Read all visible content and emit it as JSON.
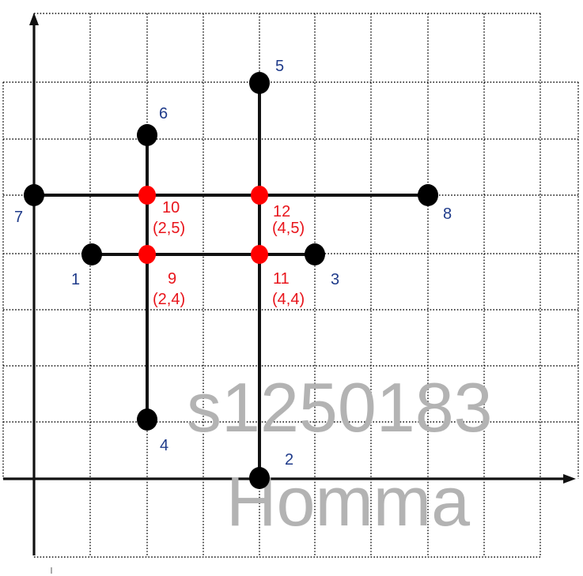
{
  "colors": {
    "line": "#111111",
    "endpoint": "#000000",
    "intersection": "#ff0000",
    "endpoint_label": "#1f3b8a",
    "intersection_label": "#e8141b",
    "watermark": "#b3b3b3"
  },
  "watermark": {
    "line1": "s1250183",
    "line2": "Homma"
  },
  "endpoints": [
    {
      "id": "1",
      "label": "1"
    },
    {
      "id": "2",
      "label": "2"
    },
    {
      "id": "3",
      "label": "3"
    },
    {
      "id": "4",
      "label": "4"
    },
    {
      "id": "5",
      "label": "5"
    },
    {
      "id": "6",
      "label": "6"
    },
    {
      "id": "7",
      "label": "7"
    },
    {
      "id": "8",
      "label": "8"
    }
  ],
  "intersections": [
    {
      "id": "9",
      "label": "9",
      "coord": "(2,4)"
    },
    {
      "id": "10",
      "label": "10",
      "coord": "(2,5)"
    },
    {
      "id": "11",
      "label": "11",
      "coord": "(4,4)"
    },
    {
      "id": "12",
      "label": "12",
      "coord": "(4,5)"
    }
  ],
  "segments": [
    {
      "from": "7",
      "to": "8"
    },
    {
      "from": "1",
      "to": "3"
    },
    {
      "from": "6",
      "to": "4"
    },
    {
      "from": "5",
      "to": "2"
    }
  ]
}
